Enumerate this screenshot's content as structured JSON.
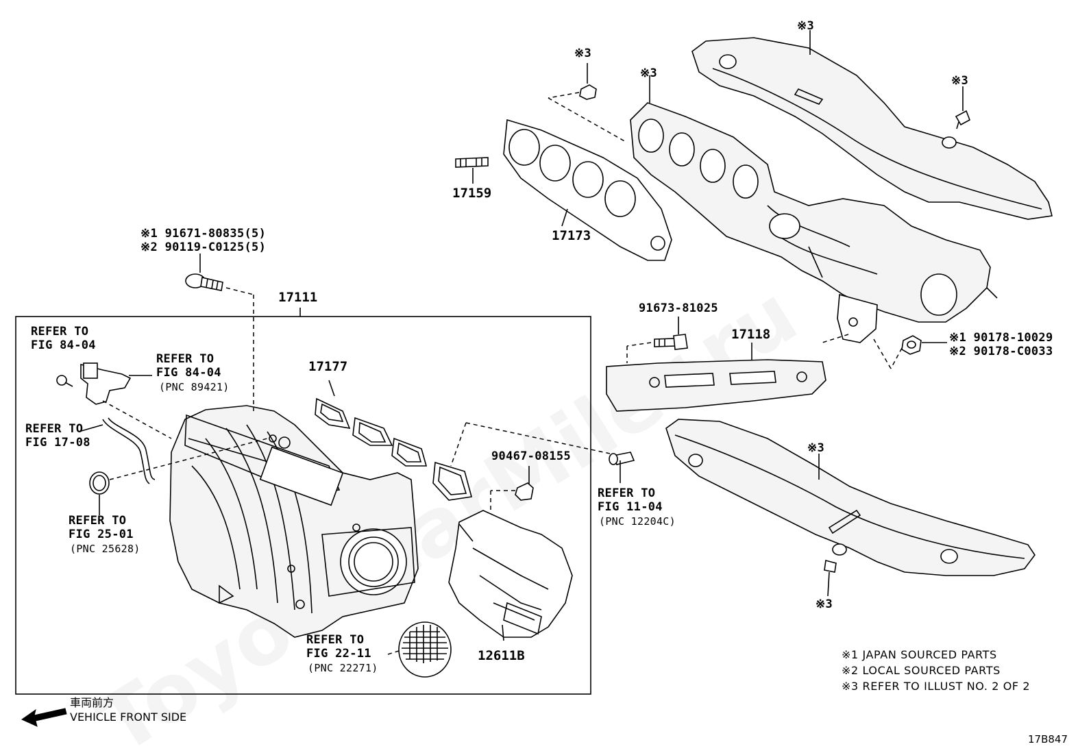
{
  "watermark": "ToyotaCarMiler.ru",
  "parts": {
    "p17111": "17111",
    "p17177": "17177",
    "p17159": "17159",
    "p17173": "17173",
    "p17118": "17118",
    "p12611b": "12611B",
    "p91673": "91673-81025",
    "p90467": "90467-08155",
    "bolt_line1": "※1 91671-80835(5)",
    "bolt_line2": "※2 90119-C0125(5)",
    "nut_line1": "※1 90178-10029",
    "nut_line2": "※2 90178-C0033"
  },
  "notes3": {
    "n1": "※3",
    "n2": "※3",
    "n3": "※3",
    "n4": "※3",
    "n5": "※3",
    "n6": "※3"
  },
  "refs": {
    "r1": {
      "l1": "REFER TO",
      "l2": "FIG 84-04"
    },
    "r2": {
      "l1": "REFER TO",
      "l2": "FIG 84-04",
      "l3": "(PNC 89421)"
    },
    "r3": {
      "l1": "REFER TO",
      "l2": "FIG 17-08"
    },
    "r4": {
      "l1": "REFER TO",
      "l2": "FIG 25-01",
      "l3": "(PNC 25628)"
    },
    "r5": {
      "l1": "REFER TO",
      "l2": "FIG 11-04",
      "l3": "(PNC 12204C)"
    },
    "r6": {
      "l1": "REFER TO",
      "l2": "FIG 22-11",
      "l3": "(PNC 22271)"
    }
  },
  "legend": {
    "l1": "※1 JAPAN SOURCED PARTS",
    "l2": "※2 LOCAL SOURCED PARTS",
    "l3": "※3 REFER TO ILLUST NO. 2 OF 2"
  },
  "front": {
    "jp": "車両前方",
    "en": "VEHICLE FRONT SIDE"
  },
  "figure_code": "17B847"
}
